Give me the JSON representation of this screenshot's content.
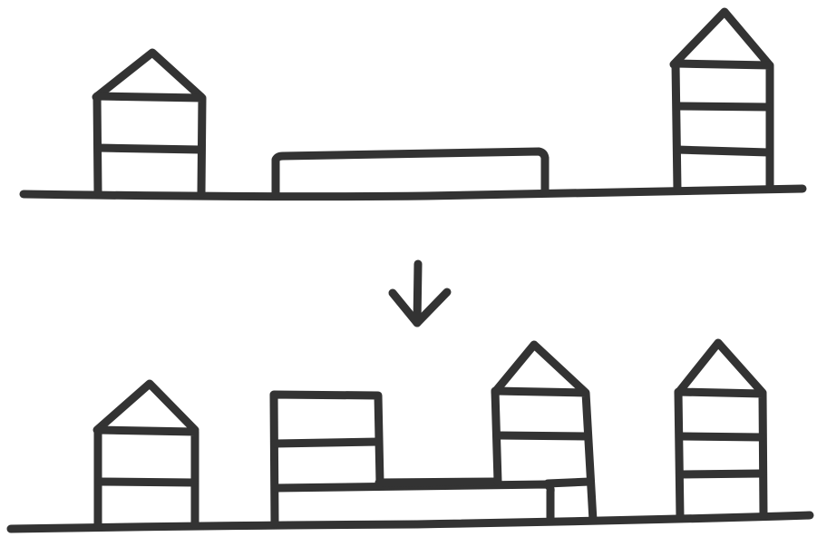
{
  "diagram": {
    "ink_color": "#333333",
    "background": "#ffffff",
    "panels": [
      {
        "id": "before",
        "buildings": [
          {
            "kind": "house",
            "floors": 2
          },
          {
            "kind": "flat-block",
            "floors": 1
          },
          {
            "kind": "house",
            "floors": 3
          }
        ]
      },
      {
        "id": "after",
        "buildings": [
          {
            "kind": "house",
            "floors": 2
          },
          {
            "kind": "flat-block-with-addition",
            "floors": 3
          },
          {
            "kind": "house",
            "floors": 3
          },
          {
            "kind": "house",
            "floors": 3
          }
        ]
      }
    ],
    "arrow": {
      "direction": "down",
      "icon": "arrow-down-icon"
    }
  }
}
